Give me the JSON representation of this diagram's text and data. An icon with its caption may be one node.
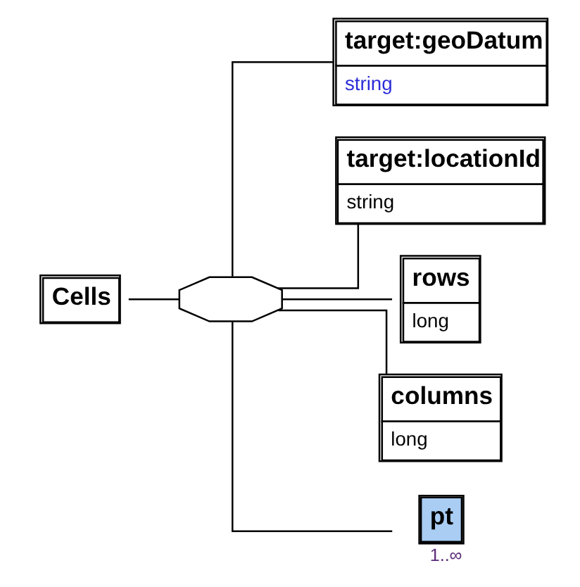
{
  "diagram": {
    "nodes": [
      {
        "text": [
          "Cells"
        ]
      },
      {
        "text": [],
        "shape": "octagon"
      },
      {
        "text": [
          "target:geoDatum",
          "string"
        ]
      },
      {
        "text": [
          "target:locationId",
          "string"
        ]
      },
      {
        "text": [
          "rows",
          "long"
        ]
      },
      {
        "text": [
          "columns",
          "long"
        ]
      },
      {
        "text": [
          "pt"
        ],
        "beside": [
          "1..∞"
        ]
      }
    ],
    "edges": [
      {
        "from": 0,
        "to": 1,
        "arrow": "none"
      },
      {
        "from": 1,
        "to": 2,
        "arrow": "none"
      },
      {
        "from": 1,
        "to": 3,
        "arrow": "none"
      },
      {
        "from": 1,
        "to": 4,
        "arrow": "none"
      },
      {
        "from": 1,
        "to": 5,
        "arrow": "none"
      },
      {
        "from": 1,
        "to": 6,
        "arrow": "none"
      }
    ]
  }
}
